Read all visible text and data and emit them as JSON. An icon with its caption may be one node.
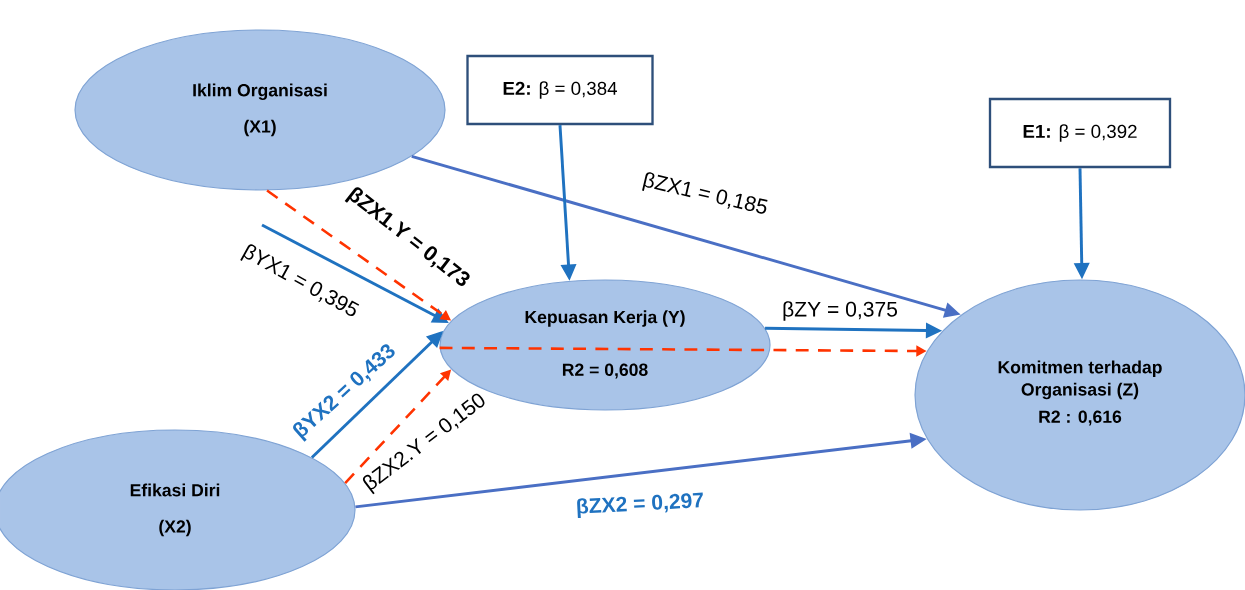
{
  "diagram": {
    "nodes": [
      {
        "text": [
          "Iklim Organisasi",
          "(X1)"
        ]
      },
      {
        "text": [
          "Efikasi Diri",
          "(X2)"
        ]
      },
      {
        "text": [
          "Kepuasan Kerja  (Y)",
          "R2 = 0,608"
        ]
      },
      {
        "text": [
          "Komitmen terhadap Organisasi (Z)",
          "R2 : 0,616"
        ]
      },
      {
        "text": [
          "**E2:** β = 0,384"
        ]
      },
      {
        "text": [
          "**E1:** β = 0,392"
        ]
      }
    ],
    "edges": [
      {
        "from": 0,
        "to": 3,
        "arrow": "to",
        "label": "βZX1 = 0,185"
      },
      {
        "from": 1,
        "to": 3,
        "arrow": "to",
        "label": "βZX2 = 0,297"
      },
      {
        "from": null,
        "to": 2,
        "arrow": "to",
        "label": "βYX1 = 0,395"
      },
      {
        "from": 1,
        "to": 2,
        "arrow": "to",
        "label": "βYX2 = 0,433"
      },
      {
        "from": 2,
        "to": 3,
        "arrow": "to",
        "label": "βZY = 0,375"
      },
      {
        "from": 4,
        "to": 2,
        "arrow": "to"
      },
      {
        "from": 5,
        "to": 3,
        "arrow": "to"
      },
      {
        "from": 0,
        "to": 2,
        "arrow": "to",
        "label": "βZX1.Y = 0,173",
        "style": "dashed",
        "color": "#ff3300"
      },
      {
        "from": 1,
        "to": 2,
        "arrow": "to",
        "label": "βZX2.Y = 0,150",
        "style": "dashed",
        "color": "#ff3300"
      },
      {
        "from": 2,
        "to": 3,
        "arrow": "to",
        "style": "dashed",
        "color": "#ff3300"
      }
    ]
  }
}
